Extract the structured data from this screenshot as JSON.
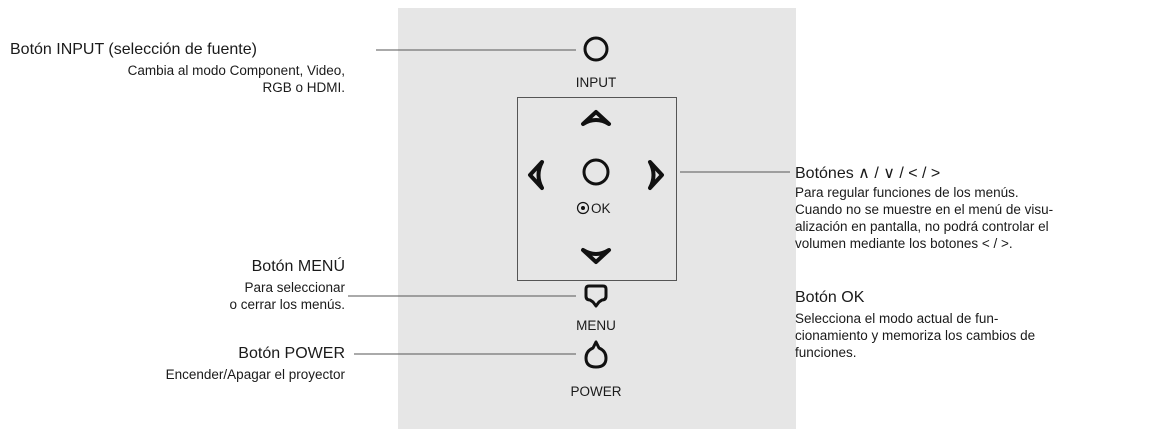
{
  "panel": {
    "input_label": "INPUT",
    "ok_label": "OK",
    "menu_label": "MENU",
    "power_label": "POWER"
  },
  "callouts": {
    "input": {
      "title": "Botón INPUT (selección de fuente)",
      "lines": [
        "Cambia al modo  Component, Video,",
        "RGB o HDMI."
      ]
    },
    "menu": {
      "title": "Botón MENÚ",
      "lines": [
        "Para seleccionar",
        "o cerrar los menús."
      ]
    },
    "power": {
      "title": "Botón POWER",
      "lines": [
        "Encender/Apagar el proyector"
      ]
    },
    "arrows": {
      "title": "Botónes ∧ / ∨ / < / >",
      "lines": [
        "Para regular funciones de los menús.",
        "Cuando no se muestre en el menú de visu-",
        "alización en pantalla, no podrá controlar el",
        "volumen mediante los botones  < / >."
      ]
    },
    "ok": {
      "title": "Botón OK",
      "lines": [
        "Selecciona el modo actual de fun-",
        "cionamiento y memoriza los cambios de",
        "funciones."
      ]
    }
  },
  "icons": {
    "input": "circle-button-icon",
    "up": "chevron-up-icon",
    "down": "chevron-down-icon",
    "left": "chevron-left-icon",
    "right": "chevron-right-icon",
    "ok": "circle-button-icon",
    "ok_marker": "dot-circle-icon",
    "menu": "menu-button-icon",
    "power": "power-button-icon"
  },
  "colors": {
    "panel": "#e6e6e6",
    "text": "#1a1a1a",
    "lines": "#555555"
  }
}
